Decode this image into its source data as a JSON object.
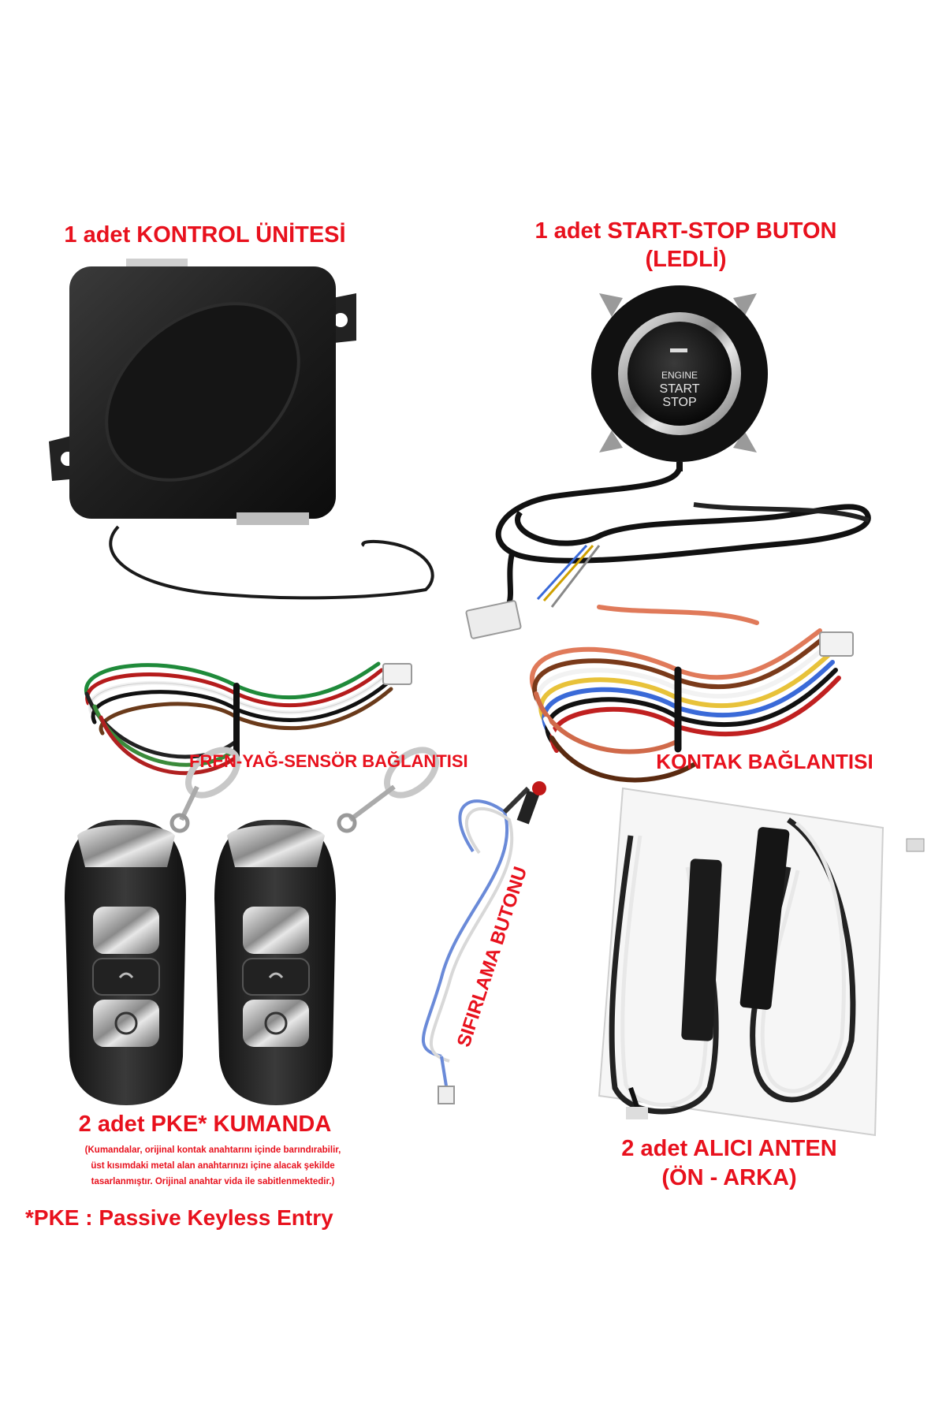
{
  "labels": {
    "control_unit": "1 adet KONTROL ÜNİTESİ",
    "start_stop_line1": "1 adet START-STOP BUTON",
    "start_stop_line2": "(LEDLİ)",
    "brake_oil_sensor": "FREN-YAĞ-SENSÖR BAĞLANTISI",
    "ignition": "KONTAK BAĞLANTISI",
    "reset_button": "SIFIRLAMA BUTONU",
    "remotes": "2 adet PKE* KUMANDA",
    "remotes_note_1": "(Kumandalar, orijinal kontak anahtarını içinde barındırabilir,",
    "remotes_note_2": "üst kısımdaki metal alan anahtarınızı içine alacak şekilde",
    "remotes_note_3": "tasarlanmıştır. Orijinal anahtar vida ile sabitlenmektedir.)",
    "pke_definition": "*PKE : Passive Keyless Entry",
    "antenna_line1": "2 adet ALICI ANTEN",
    "antenna_line2": "(ÖN - ARKA)"
  },
  "button_face": {
    "line1": "ENGINE",
    "line2": "START",
    "line3": "STOP"
  },
  "colors": {
    "label_red": "#e8111d",
    "background": "#ffffff"
  }
}
